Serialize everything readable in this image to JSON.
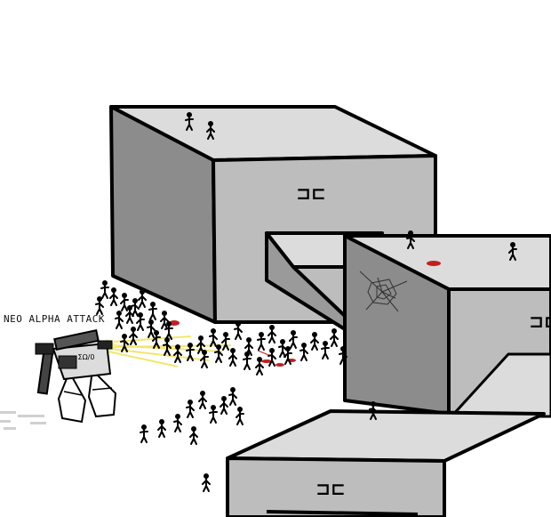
{
  "scene": {
    "caption": "NEO ALPHA ATTACK",
    "mech_label": "ΣΩ/0",
    "colors": {
      "background": "#ffffff",
      "roof": "#dcdcdc",
      "front_face": "#bdbdbd",
      "side_face": "#8c8c8c",
      "outline": "#000000",
      "muzzle_flash": "#f2e66a",
      "blood": "#c21f1f",
      "stickman": "#000000"
    },
    "objects": [
      {
        "name": "large-building",
        "emblem": "⊐⊏"
      },
      {
        "name": "bridge-walkway"
      },
      {
        "name": "right-building",
        "emblem": "⊐⊏"
      },
      {
        "name": "front-building",
        "emblem": "⊐⊏"
      },
      {
        "name": "spider-web"
      },
      {
        "name": "walker-mech"
      }
    ]
  }
}
